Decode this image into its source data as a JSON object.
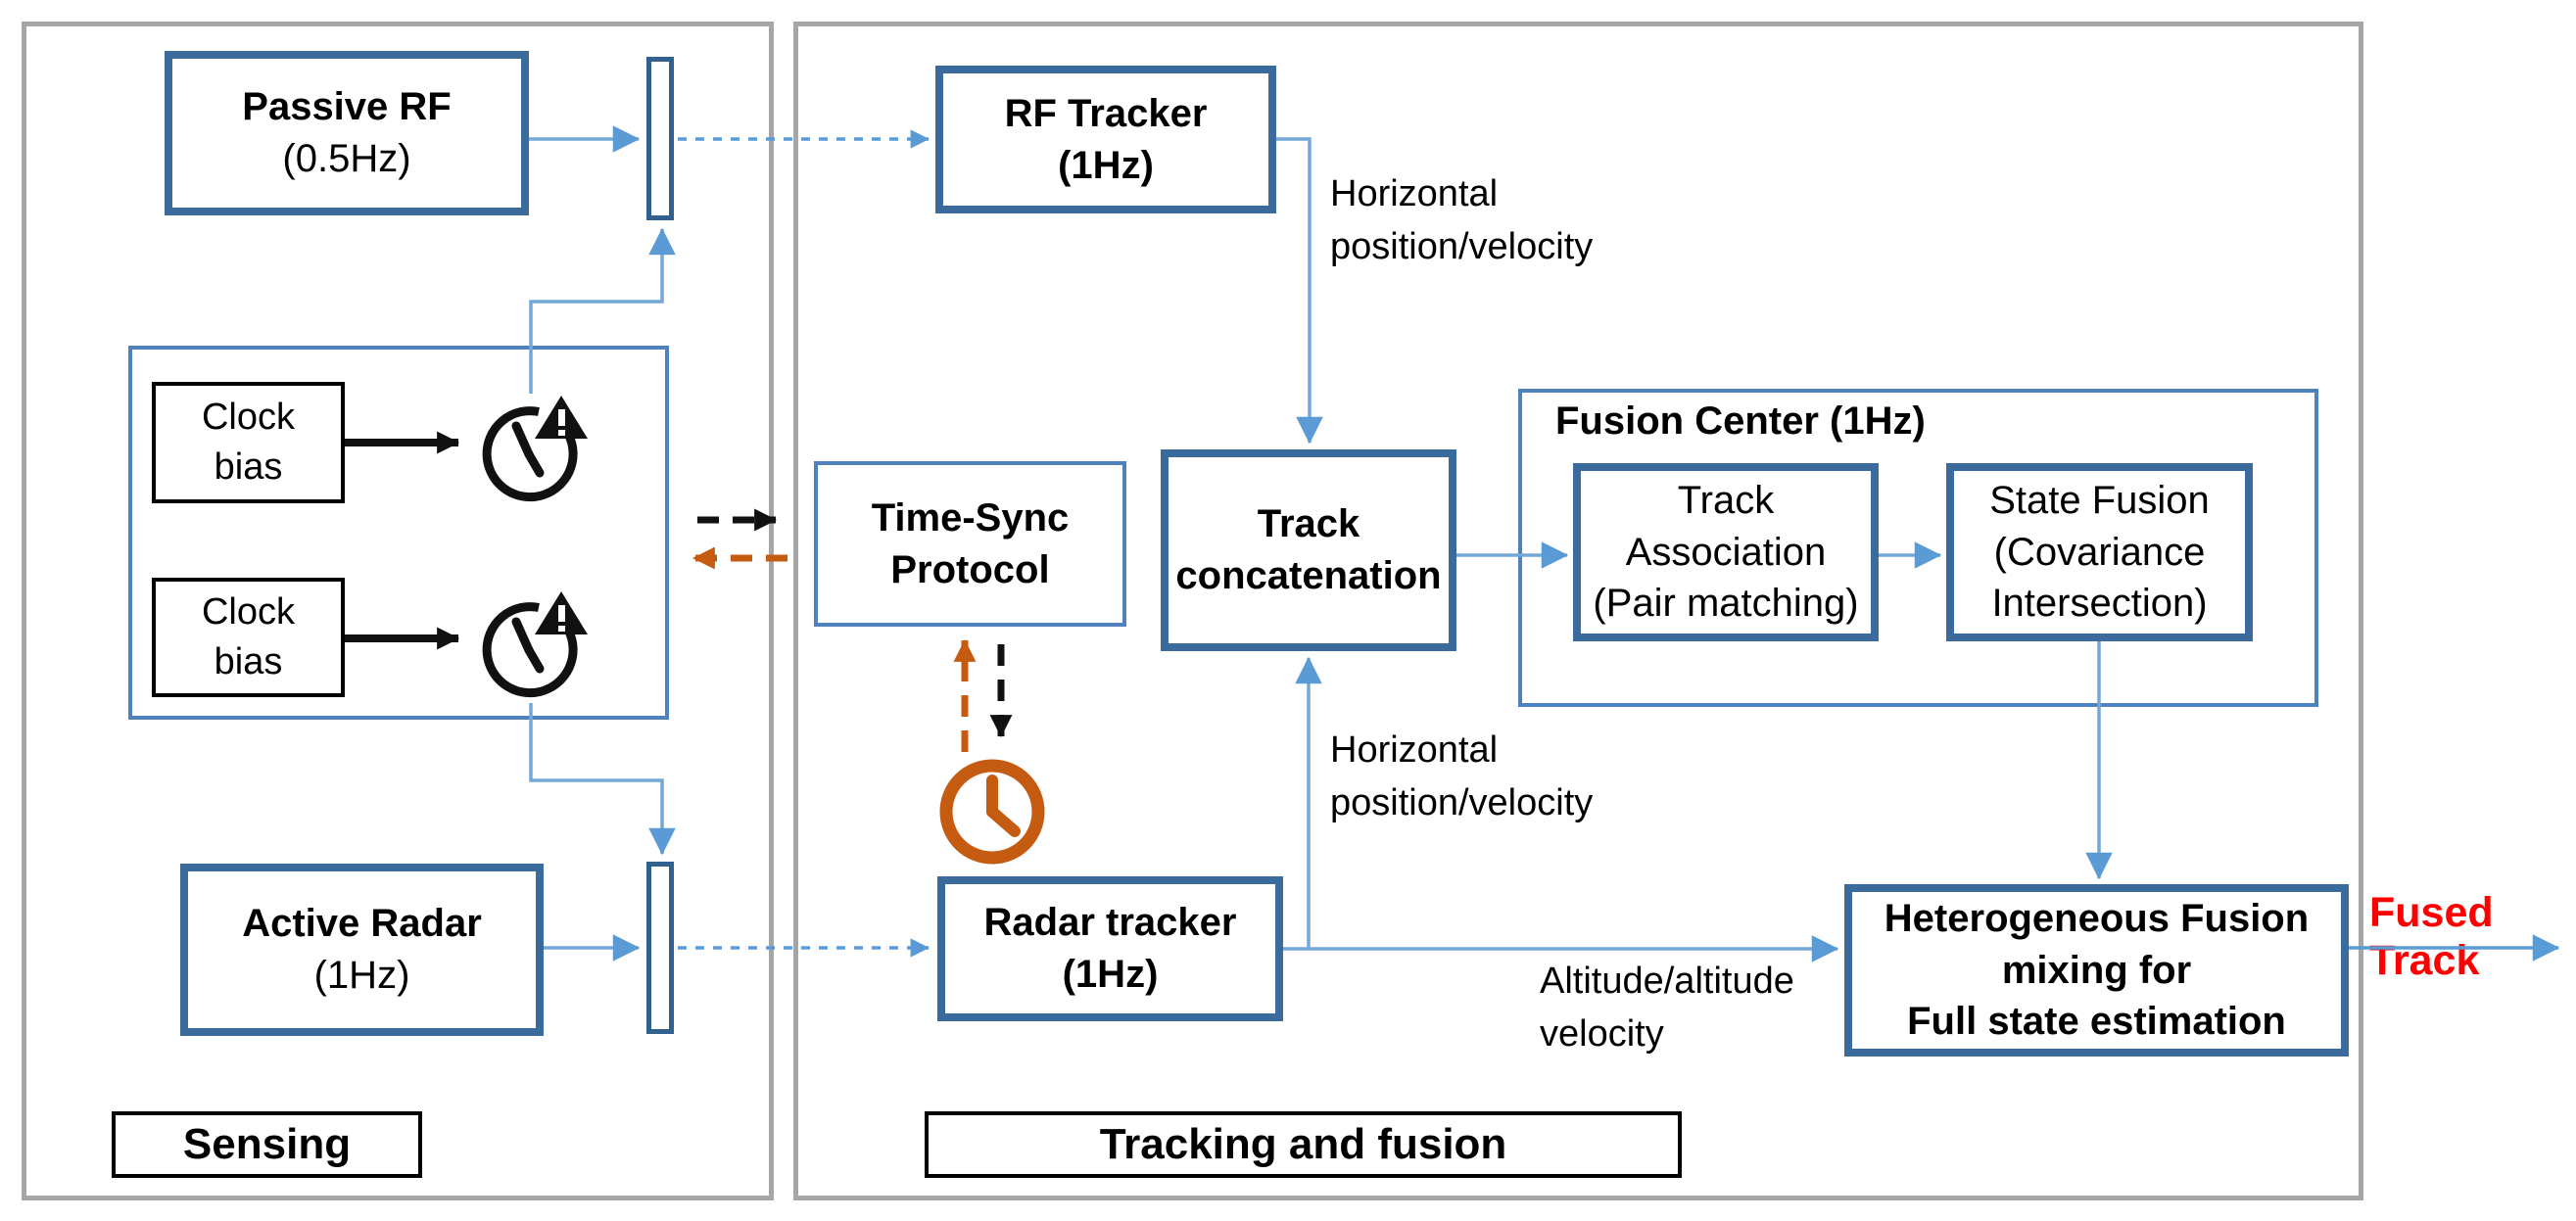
{
  "diagram": {
    "panels": {
      "sensing": {
        "label": "Sensing"
      },
      "tracking": {
        "label": "Tracking and fusion"
      }
    },
    "boxes": {
      "passive_rf": {
        "title": "Passive RF",
        "subtitle": "(0.5Hz)"
      },
      "active_radar": {
        "title": "Active Radar",
        "subtitle": "(1Hz)"
      },
      "rf_tracker": {
        "title": "RF Tracker",
        "subtitle": "(1Hz)"
      },
      "radar_tracker": {
        "title": "Radar tracker",
        "subtitle": "(1Hz)"
      },
      "clock_bias_1": {
        "lines": [
          "Clock",
          "bias"
        ]
      },
      "clock_bias_2": {
        "lines": [
          "Clock",
          "bias"
        ]
      },
      "time_sync": {
        "lines": [
          "Time-Sync",
          "Protocol"
        ]
      },
      "track_concatenation": {
        "lines": [
          "Track",
          "concatenation"
        ]
      },
      "fusion_center": {
        "label": "Fusion Center (1Hz)"
      },
      "track_association": {
        "lines": [
          "Track",
          "Association",
          "(Pair matching)"
        ]
      },
      "state_fusion": {
        "lines": [
          "State Fusion",
          "(Covariance",
          "Intersection)"
        ]
      },
      "heterogeneous_fusion": {
        "lines": [
          "Heterogeneous Fusion",
          "mixing for",
          "Full state estimation"
        ]
      }
    },
    "annotations": {
      "rf_output": {
        "lines": [
          "Horizontal",
          "position/velocity"
        ]
      },
      "radar_output_up": {
        "lines": [
          "Horizontal",
          "position/velocity"
        ]
      },
      "radar_output_right": {
        "lines": [
          "Altitude/altitude",
          "velocity"
        ]
      },
      "fused_track": {
        "label": "Fused Track"
      }
    },
    "icons": {
      "clock_alert": "clock-alert-icon",
      "clock_orange": "clock-icon"
    },
    "colors": {
      "thick_box_border": "#3a6b9c",
      "thin_box_border": "#4f81bd",
      "connector_blue": "#74a8d8",
      "arrowhead_blue": "#5b9bd5",
      "panel_border_gray": "#a6a6a6",
      "orange": "#c55a11",
      "black": "#000000",
      "fused_track_red": "#ff0000"
    }
  }
}
